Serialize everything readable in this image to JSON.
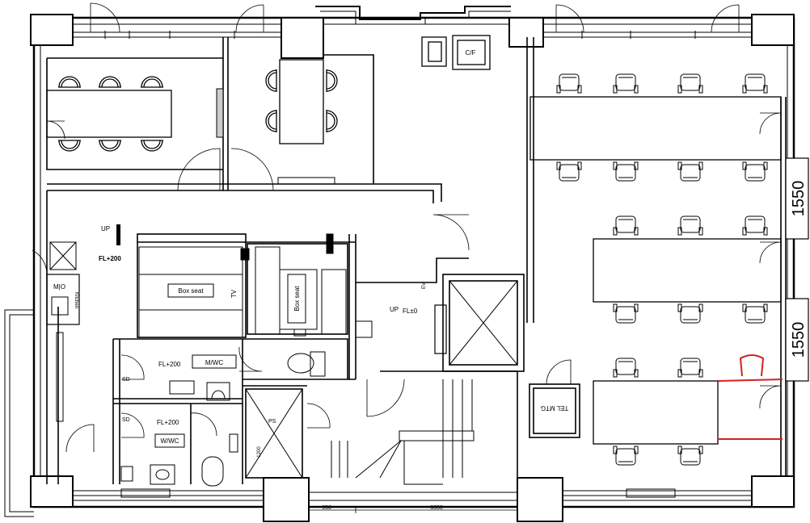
{
  "labels": {
    "fl_200_a": "FL+200",
    "fl_200_b": "FL+200",
    "fl_200_c": "FL+200",
    "fl_0": "FL±0",
    "up_a": "UP",
    "up_b": "UP",
    "box_seat_a": "Box seat",
    "box_seat_b": "Box seat",
    "tv": "TV",
    "m_wc": "M/WC",
    "w_wc": "W/WC",
    "sd_a": "SD",
    "sd_b": "SD",
    "ps": "PS",
    "mo": "M|O",
    "kitchen": "Kitchen",
    "tel_mtg": "TEL MTG",
    "copy": "C/F",
    "ev": "EV"
  },
  "dimensions": {
    "d1550_top": "1550",
    "d1550_bottom": "1550",
    "d950": "950",
    "d3350": "3350",
    "d1200": "1200"
  },
  "colors": {
    "line": "#000000",
    "markup": "#d62020"
  }
}
